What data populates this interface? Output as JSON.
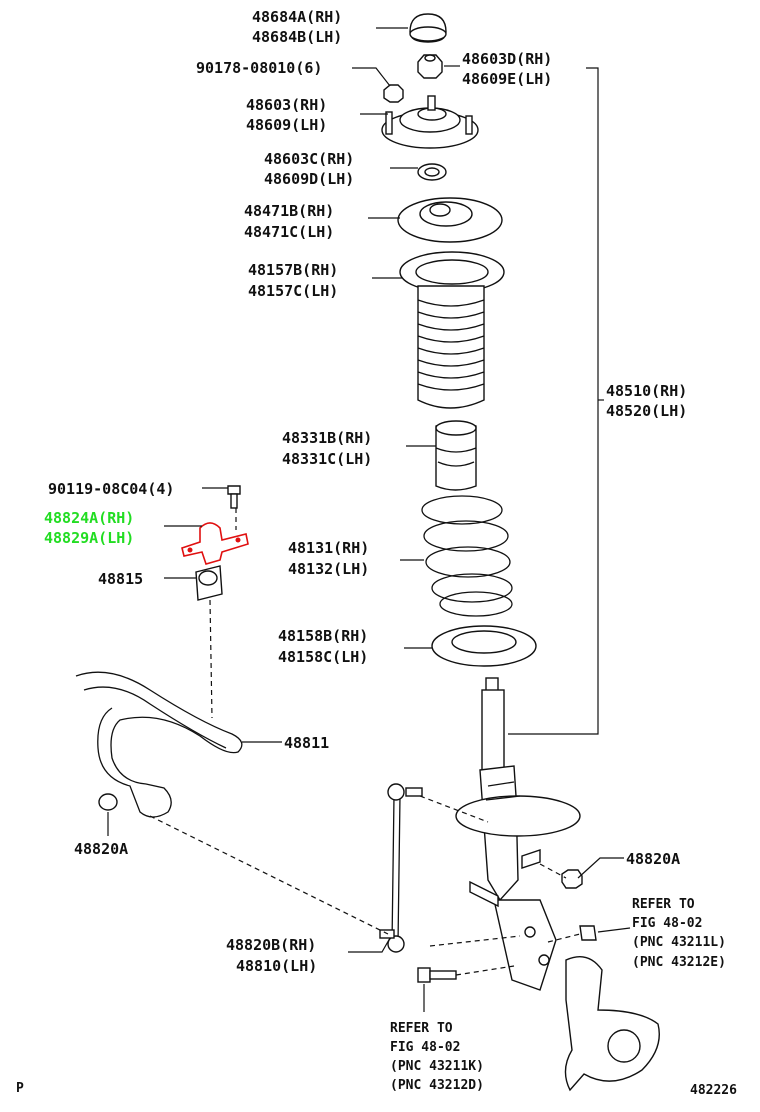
{
  "labels": {
    "p48684": [
      "48684A(RH)",
      "48684B(LH)"
    ],
    "p90178": "90178-08010(6)",
    "p48603d": [
      "48603D(RH)",
      "48609E(LH)"
    ],
    "p48603": [
      "48603(RH)",
      "48609(LH)"
    ],
    "p48603c": [
      "48603C(RH)",
      "48609D(LH)"
    ],
    "p48471": [
      "48471B(RH)",
      "48471C(LH)"
    ],
    "p48157": [
      "48157B(RH)",
      "48157C(LH)"
    ],
    "p48510": [
      "48510(RH)",
      "48520(LH)"
    ],
    "p48331": [
      "48331B(RH)",
      "48331C(LH)"
    ],
    "p90119": "90119-08C04(4)",
    "p48824": [
      "48824A(RH)",
      "48829A(LH)"
    ],
    "p48131": [
      "48131(RH)",
      "48132(LH)"
    ],
    "p48815": "48815",
    "p48158": [
      "48158B(RH)",
      "48158C(LH)"
    ],
    "p48811": "48811",
    "p48820a_left": "48820A",
    "p48820a_right": "48820A",
    "p48820b": [
      "48820B(RH)",
      "48810(LH)"
    ],
    "ref_right": [
      "REFER TO",
      "FIG 48-02",
      "(PNC 43211L)",
      "(PNC 43212E)"
    ],
    "ref_bottom": [
      "REFER TO",
      "FIG 48-02",
      "(PNC 43211K)",
      "(PNC 43212D)"
    ],
    "corner_left": "P",
    "corner_right": "482226"
  },
  "colors": {
    "highlight": "#22dd22",
    "highlight_part": "#e01010"
  }
}
